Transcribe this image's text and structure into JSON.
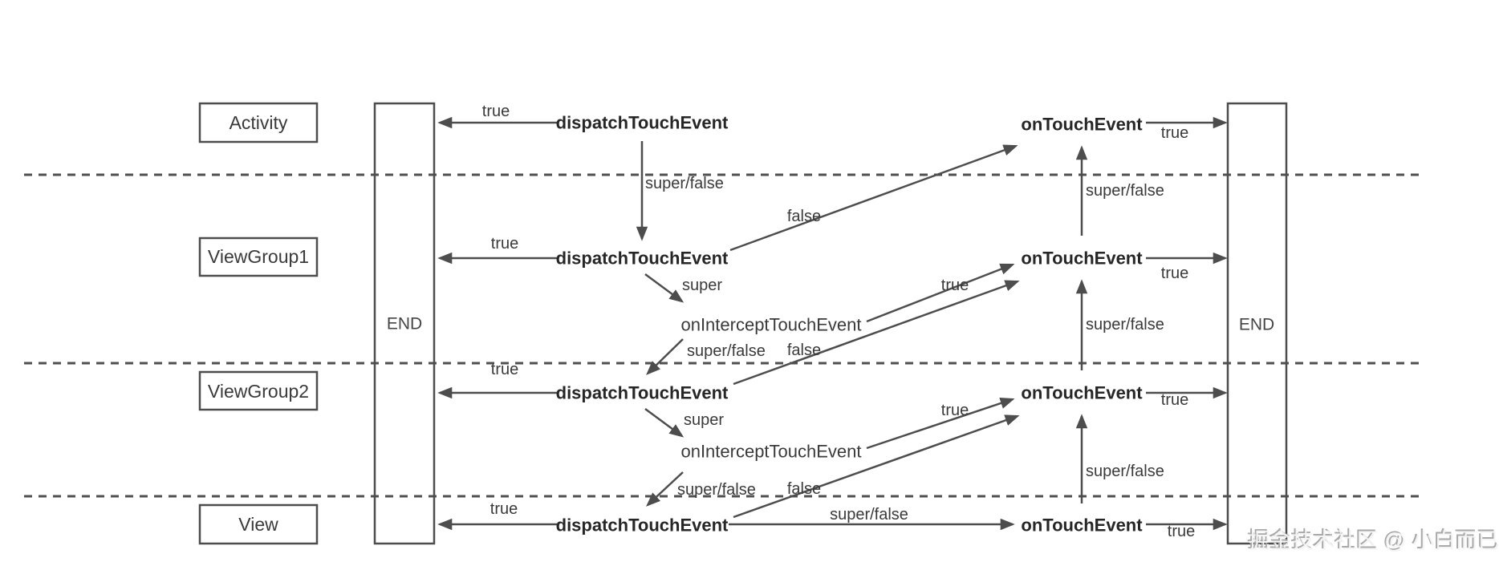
{
  "diagram": {
    "type": "android-touch-event-dispatch-flow",
    "components": {
      "activity": "Activity",
      "viewgroup1": "ViewGroup1",
      "viewgroup2": "ViewGroup2",
      "view": "View"
    },
    "end_label": "END",
    "methods": {
      "dispatch": "dispatchTouchEvent",
      "on_touch": "onTouchEvent",
      "on_intercept": "onInterceptTouchEvent"
    },
    "labels": {
      "true": "true",
      "false": "false",
      "super": "super",
      "super_false": "super/false"
    },
    "rows": [
      {
        "component": "Activity",
        "methods": [
          "dispatchTouchEvent",
          "onTouchEvent"
        ]
      },
      {
        "component": "ViewGroup1",
        "methods": [
          "dispatchTouchEvent",
          "onInterceptTouchEvent",
          "onTouchEvent"
        ]
      },
      {
        "component": "ViewGroup2",
        "methods": [
          "dispatchTouchEvent",
          "onInterceptTouchEvent",
          "onTouchEvent"
        ]
      },
      {
        "component": "View",
        "methods": [
          "dispatchTouchEvent",
          "onTouchEvent"
        ]
      }
    ],
    "colors": {
      "line": "#4d4d4d",
      "method_text": "#262626",
      "label_text": "#3a3a3a",
      "watermark": "#a9a9a9"
    },
    "watermark": "掘金技术社区 @ 小白而已"
  }
}
